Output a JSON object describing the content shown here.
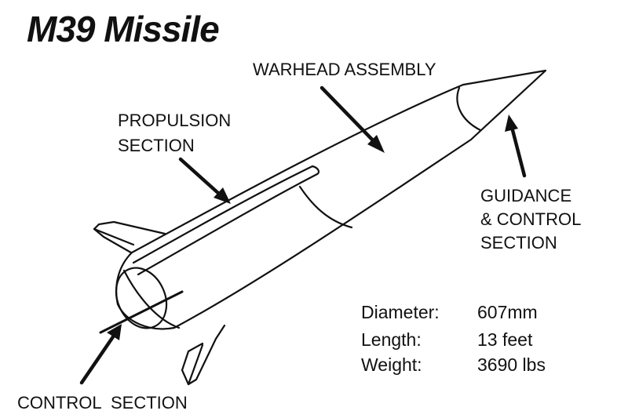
{
  "title": "M39 Missile",
  "callouts": {
    "warhead": "WARHEAD ASSEMBLY",
    "propulsion_1": "PROPULSION",
    "propulsion_2": "SECTION",
    "guidance_1": "GUIDANCE",
    "guidance_2": "& CONTROL",
    "guidance_3": "SECTION",
    "control": "CONTROL  SECTION"
  },
  "specs": [
    {
      "label": "Diameter:",
      "value": "607mm"
    },
    {
      "label": "Length:",
      "value": "13 feet"
    },
    {
      "label": "Weight:",
      "value": "3690 lbs"
    }
  ],
  "colors": {
    "ink": "#111111",
    "background": "#ffffff"
  }
}
